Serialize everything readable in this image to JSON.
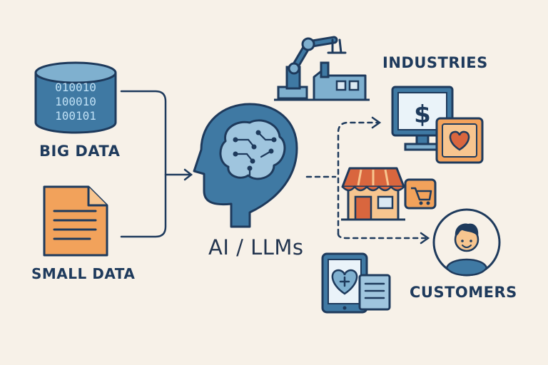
{
  "labels": {
    "big_data": "BIG DATA",
    "small_data": "SMALL DATA",
    "ai": "AI / LLMs",
    "industries": "INDUSTRIES",
    "customers": "CUSTOMERS"
  },
  "binary_rows": [
    "010010",
    "100010",
    "100101"
  ],
  "currency_symbol": "$",
  "icons": [
    "database-icon",
    "document-icon",
    "head-brain-icon",
    "robot-arm-icon",
    "factory-icon",
    "monitor-dollar-icon",
    "heart-card-icon",
    "shop-icon",
    "cart-icon",
    "customer-avatar-icon",
    "tablet-health-icon",
    "report-icon"
  ],
  "colors": {
    "background": "#f7f1e8",
    "navy": "#1e3a5c",
    "blue": "#3f79a3",
    "light_blue": "#7fb0cf",
    "orange": "#f2a25b",
    "red_orange": "#d9663e"
  }
}
